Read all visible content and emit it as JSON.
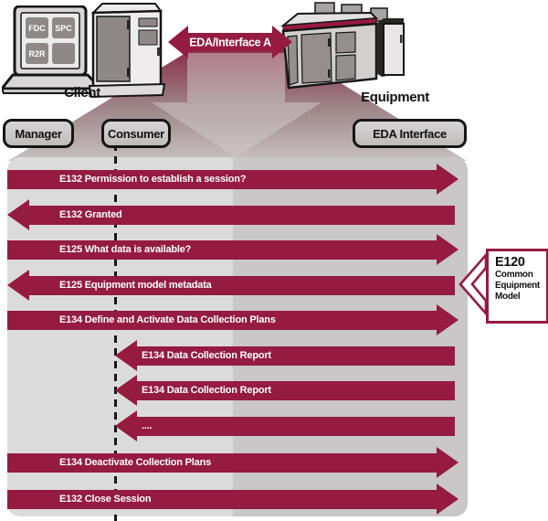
{
  "colors": {
    "maroon": "#951b40",
    "panel_left": "#dcdbdb",
    "panel_right": "#c9c7c7"
  },
  "header": {
    "client_label": "Client",
    "equipment_label": "Equipment",
    "bus_label": "EDA/Interface A",
    "laptop_apps": [
      "FDC",
      "SPC",
      "R2R"
    ]
  },
  "lanes": [
    {
      "label": "Manager"
    },
    {
      "label": "Consumer"
    },
    {
      "label": "EDA Interface"
    }
  ],
  "messages": [
    {
      "label": "E132 Permission to establish a session?",
      "direction": "right",
      "origin": "manager"
    },
    {
      "label": "E132 Granted",
      "direction": "left",
      "origin": "eda"
    },
    {
      "label": "E125 What data is available?",
      "direction": "right",
      "origin": "manager"
    },
    {
      "label": "E125 Equipment model metadata",
      "direction": "left",
      "origin": "eda"
    },
    {
      "label": "E134 Define and Activate Data Collection Plans",
      "direction": "right",
      "origin": "manager"
    },
    {
      "label": "E134 Data Collection Report",
      "direction": "left",
      "origin": "consumer"
    },
    {
      "label": "E134 Data Collection Report",
      "direction": "left",
      "origin": "consumer"
    },
    {
      "label": "....",
      "direction": "left",
      "origin": "consumer"
    },
    {
      "label": "E134 Deactivate Collection Plans",
      "direction": "right",
      "origin": "manager"
    },
    {
      "label": "E132 Close Session",
      "direction": "right",
      "origin": "manager"
    }
  ],
  "side_note": {
    "code": "E120",
    "lines": [
      "Common",
      "Equipment",
      "Model"
    ]
  }
}
